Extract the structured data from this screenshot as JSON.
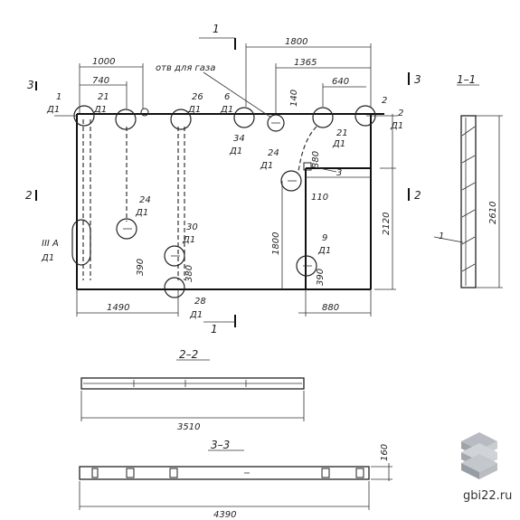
{
  "sections": {
    "s1": "1",
    "s1_title": "1–1",
    "s2": "2",
    "s2_title": "2–2",
    "s3": "3",
    "s3_title": "3–3"
  },
  "dims": {
    "d1800": "1800",
    "d1000": "1000",
    "d1365": "1365",
    "d740": "740",
    "d640": "640",
    "d140": "140",
    "d2120": "2120",
    "d1800v": "1800",
    "d2610": "2610",
    "d1490": "1490",
    "d880": "880",
    "d390": "390",
    "d380a": "380",
    "d380b": "380",
    "d110": "110",
    "d390b": "390",
    "d3510": "3510",
    "d4390": "4390",
    "d160": "160"
  },
  "labels": {
    "gas_hole": "отв для газа",
    "l1": "1",
    "l21a": "21",
    "l26": "26",
    "l6": "6",
    "l2": "2",
    "l21b": "21",
    "l34": "34",
    "l24a": "24",
    "l3": "3",
    "l24b": "24",
    "l30": "30",
    "l9": "9",
    "l28": "28",
    "l2b": "2",
    "lIIIA": "III А",
    "l1b": "1",
    "mark": "Д1"
  },
  "watermark": "gbi22.ru"
}
